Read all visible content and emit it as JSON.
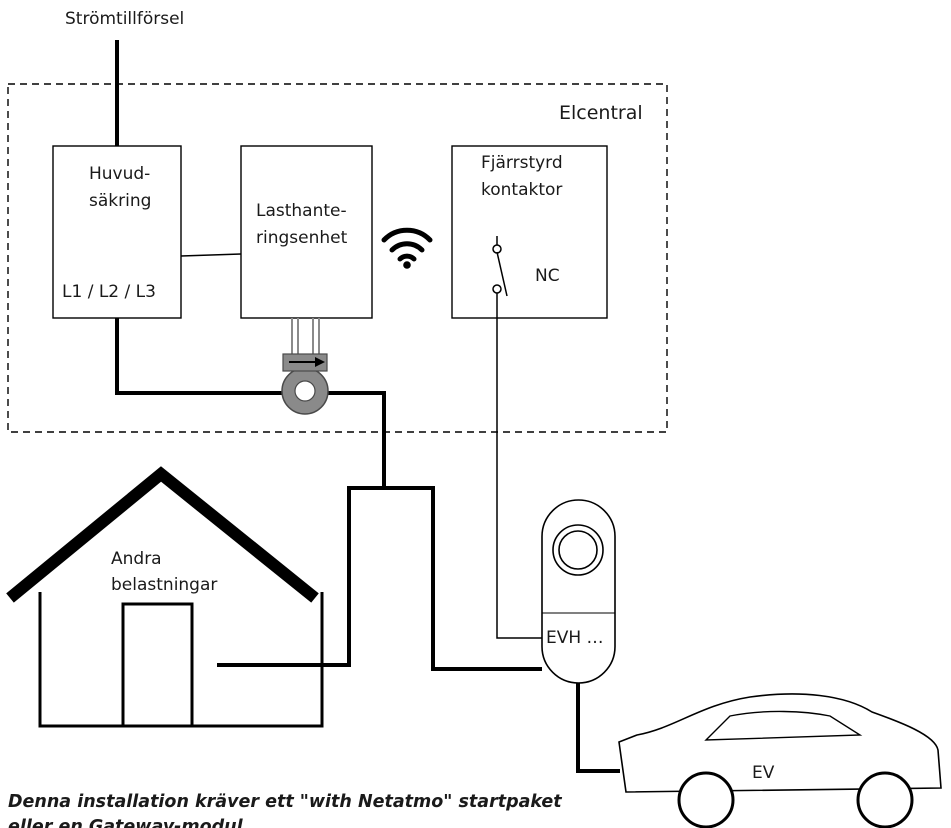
{
  "labels": {
    "power_supply": "Strömtillförsel",
    "panel": "Elcentral",
    "main_fuse_line1": "Huvud-",
    "main_fuse_line2": "säkring",
    "phases": "L1 / L2 / L3",
    "load_unit_line1": "Lasthante-",
    "load_unit_line2": "ringsenhet",
    "contactor_line1": "Fjärrstyrd",
    "contactor_line2": "kontaktor",
    "nc": "NC",
    "other_loads_line1": "Andra",
    "other_loads_line2": "belastningar",
    "charger": "EVH …",
    "vehicle": "EV"
  },
  "note": {
    "line1": "Denna installation kräver ett \"with Netatmo\" startpaket",
    "line2": "eller en Gateway-modul"
  },
  "colors": {
    "line": "#000000",
    "text": "#1a1a1a",
    "sensor": "#8a8a8a",
    "sensor_dark": "#5a5a5a"
  },
  "icons": {
    "wireless": "wifi-icon",
    "current_sensor": "current-clamp-icon",
    "switch": "switch-icon"
  }
}
